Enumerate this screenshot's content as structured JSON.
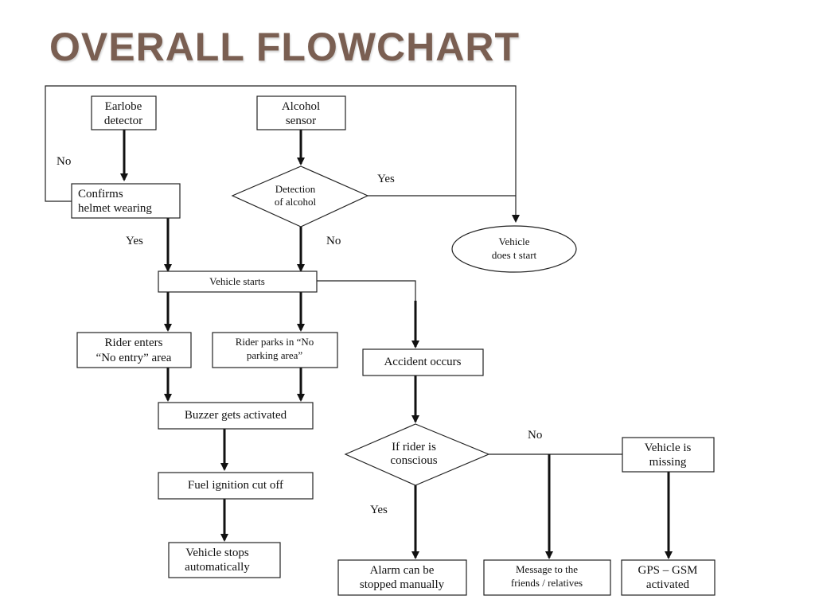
{
  "title": "OVERALL FLOWCHART",
  "nodes": {
    "earlobe": [
      "Earlobe",
      "detector"
    ],
    "alcohol_sensor": [
      "Alcohol",
      "sensor"
    ],
    "confirms": [
      "Confirms",
      "helmet wearing"
    ],
    "detection": [
      "Detection",
      "of alcohol"
    ],
    "does_not_start": [
      "Vehicle",
      "does t start"
    ],
    "vehicle_starts": [
      "Vehicle starts"
    ],
    "no_entry": [
      "Rider enters",
      "“No entry” area"
    ],
    "no_parking": [
      "Rider parks in “No",
      "parking area”"
    ],
    "accident": [
      "Accident occurs"
    ],
    "buzzer": [
      "Buzzer gets activated"
    ],
    "fuel": [
      "Fuel ignition cut off"
    ],
    "stops": [
      "Vehicle stops",
      "automatically"
    ],
    "conscious": [
      "If rider is",
      "conscious"
    ],
    "missing": [
      "Vehicle is",
      "missing"
    ],
    "alarm": [
      "Alarm can be",
      "stopped manually"
    ],
    "message": [
      "Message to the",
      "friends / relatives"
    ],
    "gps": [
      "GPS – GSM",
      "activated"
    ]
  },
  "labels": {
    "no_loop": "No",
    "yes_alcohol": "Yes",
    "yes_helmet": "Yes",
    "no_alcohol": "No",
    "no_conscious": "No",
    "yes_conscious": "Yes"
  }
}
